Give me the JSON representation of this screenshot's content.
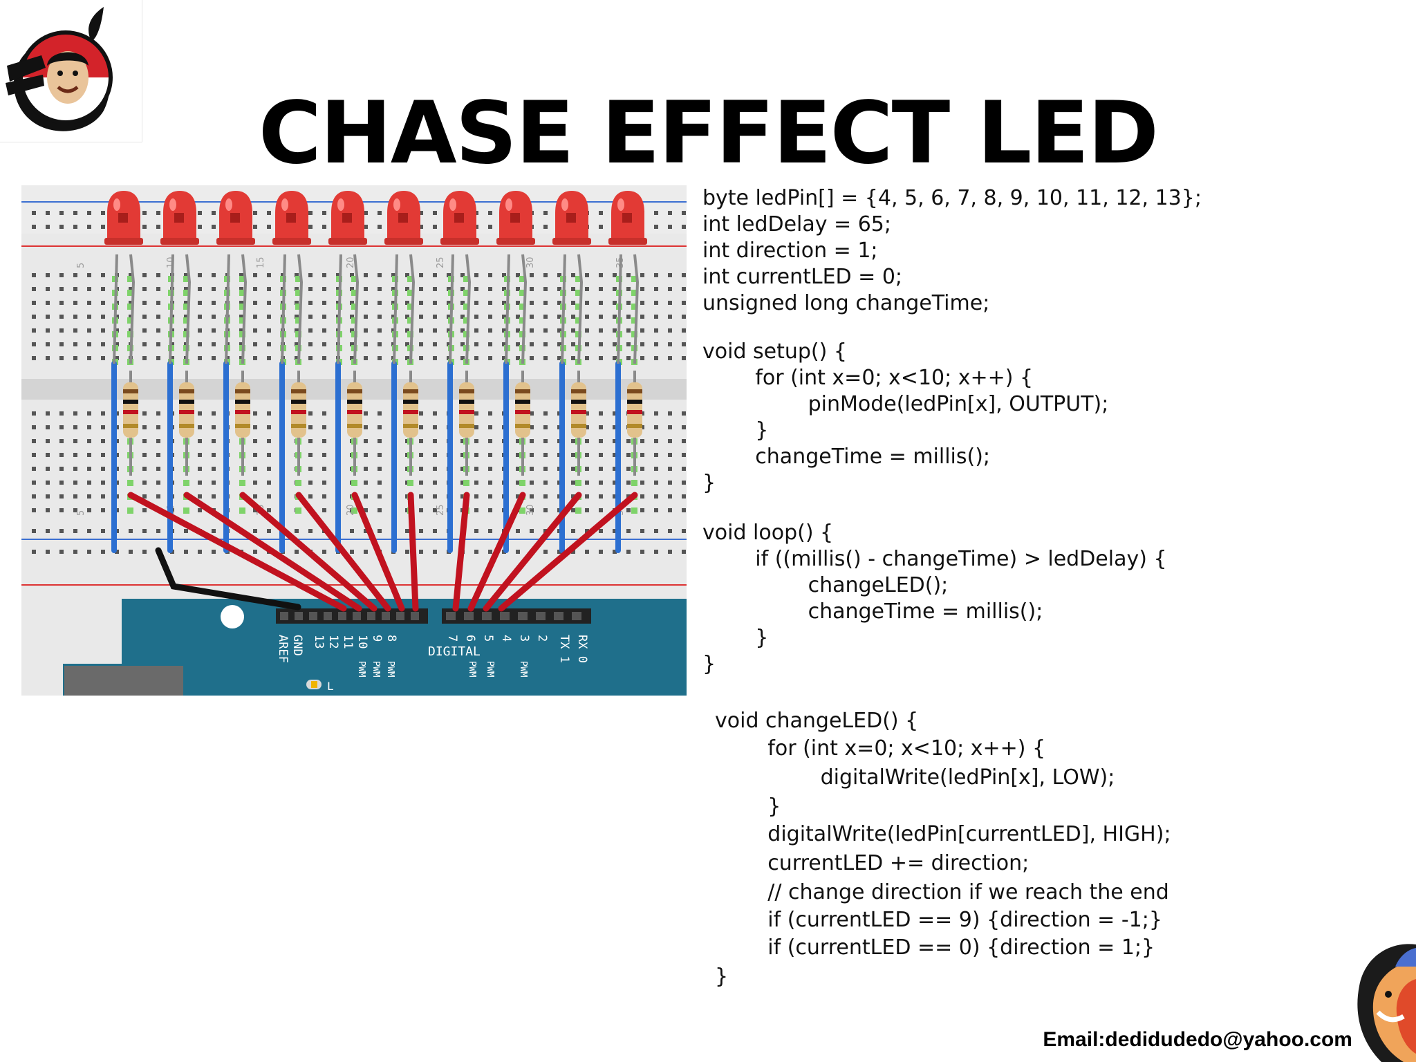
{
  "slide": {
    "title": "CHASE EFFECT LED",
    "email": "Email:dedidudedo@yahoo.com"
  },
  "circuit": {
    "board_left_labels": [
      "AREF",
      "GND",
      "13",
      "12",
      "11",
      "10",
      "9",
      "8"
    ],
    "board_right_labels": [
      "7",
      "6",
      "5",
      "4",
      "3",
      "2",
      "TX 1",
      "RX 0"
    ],
    "digital_label": "DIGITAL",
    "pwm_label": "PWM",
    "l_label": "L",
    "row_numbers": [
      "5",
      "10",
      "15",
      "20",
      "25",
      "30",
      "35"
    ],
    "led_count": 10,
    "colors": {
      "led": "#e23a35",
      "wire_red": "#c1121f",
      "wire_blue": "#2c6fd1",
      "board": "#1f6f8b"
    }
  },
  "code": {
    "lines": [
      "byte ledPin[] = {4, 5, 6, 7, 8, 9, 10, 11, 12, 13};",
      "int ledDelay = 65;",
      "int direction = 1;",
      "int currentLED = 0;",
      "unsigned long changeTime;",
      "void setup() {",
      "        for (int x=0; x<10; x++) {",
      "                pinMode(ledPin[x], OUTPUT);",
      "        }",
      "        changeTime = millis();",
      "}",
      "void loop() {",
      "        if ((millis() - changeTime) > ledDelay) {",
      "                changeLED();",
      "                changeTime = millis();",
      "        }",
      "}",
      "void changeLED() {",
      "        for (int x=0; x<10; x++) {",
      "                digitalWrite(ledPin[x], LOW);",
      "        }",
      "        digitalWrite(ledPin[currentLED], HIGH);",
      "        currentLED += direction;",
      "        // change direction if we reach the end",
      "        if (currentLED == 9) {direction = -1;}",
      "        if (currentLED == 0) {direction = 1;}",
      "}"
    ]
  }
}
